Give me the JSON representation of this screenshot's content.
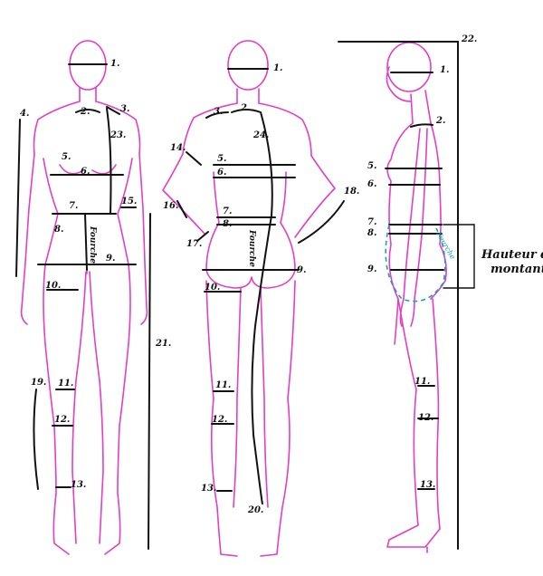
{
  "figures": {
    "front": {
      "labels": {
        "n1": "1.",
        "n2": "2.",
        "n3": "3.",
        "n4": "4.",
        "n5": "5.",
        "n6": "6.",
        "n7": "7.",
        "n8": "8.",
        "n9": "9.",
        "n10": "10.",
        "n11": "11.",
        "n12": "12.",
        "n13": "13.",
        "n15": "15.",
        "n19": "19.",
        "n23": "23.",
        "fourche": "Fourche"
      }
    },
    "back": {
      "labels": {
        "n1": "1.",
        "n2": "2.",
        "n3": "3.",
        "n5": "5.",
        "n6": "6.",
        "n7": "7.",
        "n8": "8.",
        "n9": "9.",
        "n10": "10.",
        "n11": "11.",
        "n12": "12.",
        "n13": "13.",
        "n14": "14.",
        "n16": "16.",
        "n17": "17.",
        "n18": "18.",
        "n20": "20.",
        "n21": "21.",
        "n24": "24.",
        "fourche": "Fourche"
      }
    },
    "side": {
      "labels": {
        "n1": "1.",
        "n2": "2.",
        "n5": "5.",
        "n6": "6.",
        "n7": "7.",
        "n8": "8.",
        "n9": "9.",
        "n11": "11.",
        "n12": "12.",
        "n13": "13.",
        "n22": "22.",
        "fourche": "Fourche"
      },
      "caption_line1": "Hauteur du",
      "caption_line2": "montant"
    }
  },
  "colors": {
    "body_outline": "#e23fc4",
    "measure_line": "#111111",
    "crotch_dashed": "#1a9fb0"
  }
}
